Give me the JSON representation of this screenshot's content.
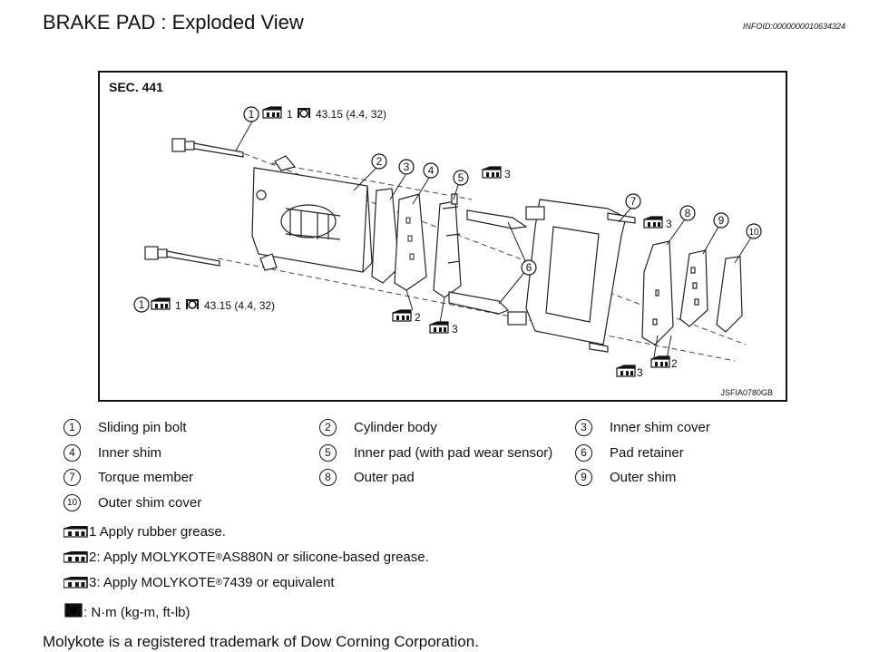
{
  "header": {
    "title": "BRAKE PAD : Exploded View",
    "infoid": "INFOID:0000000010634324"
  },
  "figure": {
    "section": "SEC. 441",
    "figure_id": "JSFIA0780GB",
    "callouts": {
      "bolt_top": {
        "num": "1",
        "grease": "1",
        "torque": "43.15 (4.4, 32)"
      },
      "bolt_bottom": {
        "num": "1",
        "grease": "1",
        "torque": "43.15 (4.4, 32)"
      },
      "g_inner_pad_3": "3",
      "g_shim_2": "2",
      "g_shim_3": "3",
      "g_torque_3": "3",
      "g_outer_2": "2",
      "g_outer_3": "3"
    }
  },
  "legend": [
    {
      "num": "1",
      "label": "Sliding pin bolt"
    },
    {
      "num": "2",
      "label": "Cylinder body"
    },
    {
      "num": "3",
      "label": "Inner shim cover"
    },
    {
      "num": "4",
      "label": "Inner shim"
    },
    {
      "num": "5",
      "label": "Inner pad (with pad wear sensor)"
    },
    {
      "num": "6",
      "label": "Pad retainer"
    },
    {
      "num": "7",
      "label": "Torque member"
    },
    {
      "num": "8",
      "label": "Outer pad"
    },
    {
      "num": "9",
      "label": "Outer shim"
    },
    {
      "num": "10",
      "label": "Outer shim cover"
    }
  ],
  "notes": {
    "g1": "1 Apply rubber grease.",
    "g2a": "2: Apply MOLYKOTE",
    "g2b": " AS880N or silicone-based grease.",
    "g3a": "3: Apply MOLYKOTE",
    "g3b": " 7439 or equivalent",
    "reg": "®",
    "torque_unit": ": N·m (kg-m, ft-lb)"
  },
  "trademark": "Molykote is a registered trademark of Dow Corning Corporation."
}
